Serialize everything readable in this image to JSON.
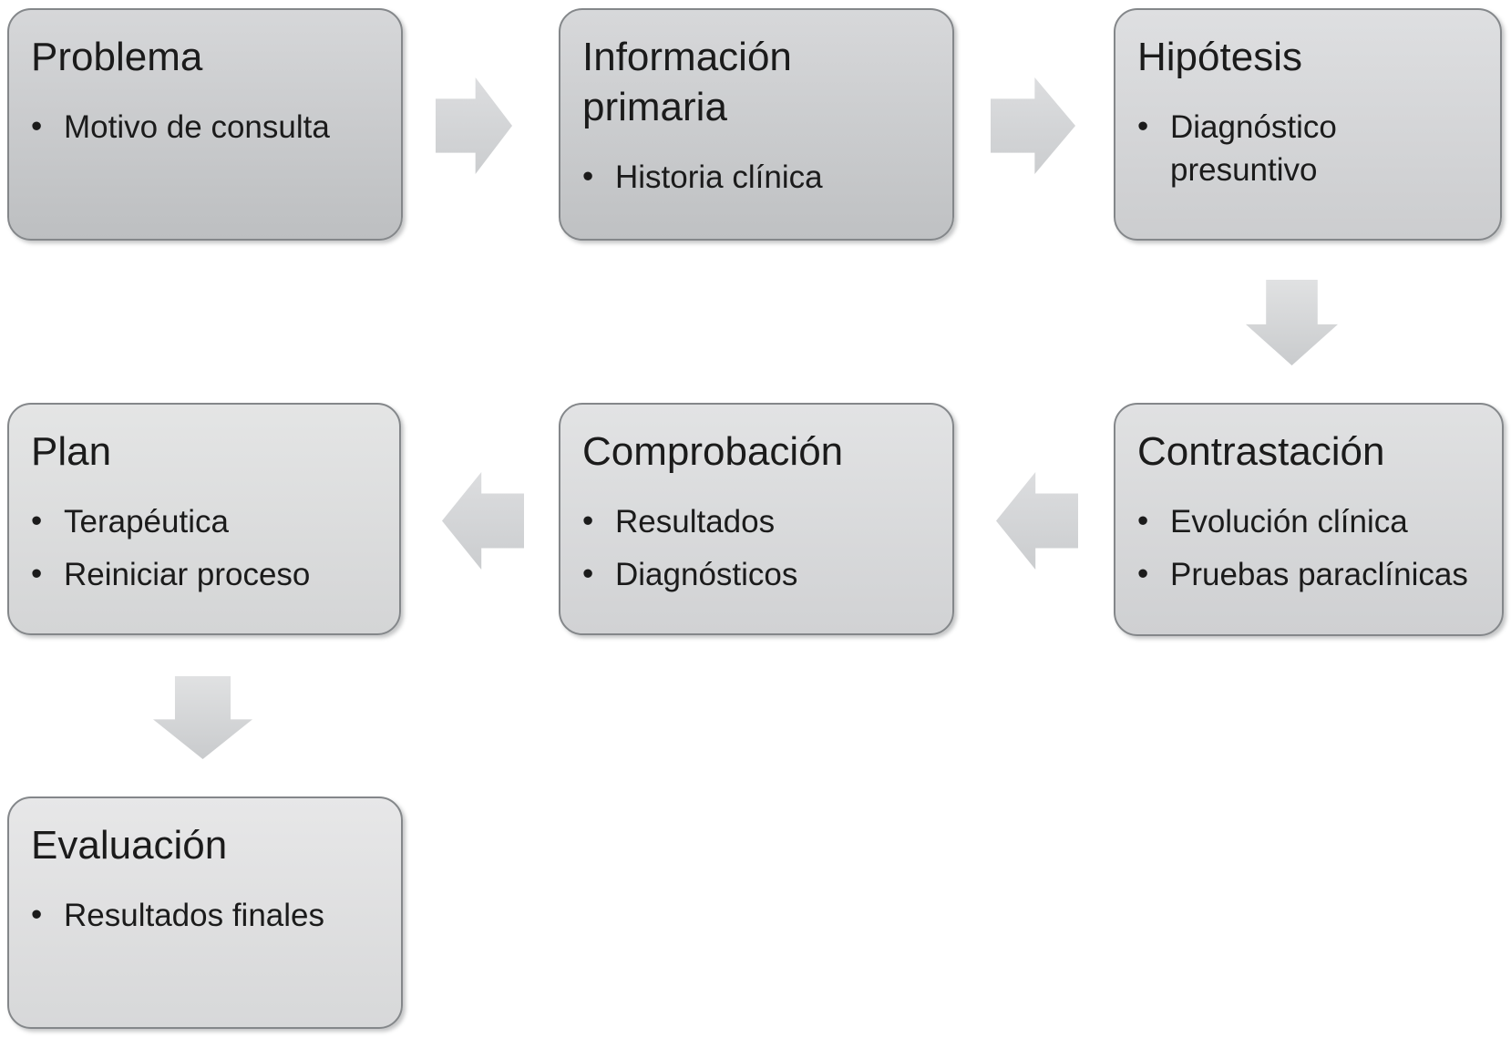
{
  "diagram": {
    "type": "flowchart",
    "language": "es",
    "nodes": [
      {
        "id": "problema",
        "title": "Problema",
        "bullets": [
          "Motivo de consulta"
        ]
      },
      {
        "id": "informacion-primaria",
        "title": "Información primaria",
        "bullets": [
          "Historia clínica"
        ]
      },
      {
        "id": "hipotesis",
        "title": "Hipótesis",
        "bullets": [
          "Diagnóstico presuntivo"
        ]
      },
      {
        "id": "contrastacion",
        "title": "Contrastación",
        "bullets": [
          "Evolución clínica",
          "Pruebas paraclínicas"
        ]
      },
      {
        "id": "comprobacion",
        "title": "Comprobación",
        "bullets": [
          "Resultados",
          "Diagnósticos"
        ]
      },
      {
        "id": "plan",
        "title": "Plan",
        "bullets": [
          "Terapéutica",
          "Reiniciar proceso"
        ]
      },
      {
        "id": "evaluacion",
        "title": "Evaluación",
        "bullets": [
          "Resultados finales"
        ]
      }
    ],
    "connectors": [
      {
        "from": "problema",
        "to": "informacion-primaria",
        "direction": "right"
      },
      {
        "from": "informacion-primaria",
        "to": "hipotesis",
        "direction": "right"
      },
      {
        "from": "hipotesis",
        "to": "contrastacion",
        "direction": "down"
      },
      {
        "from": "contrastacion",
        "to": "comprobacion",
        "direction": "left"
      },
      {
        "from": "comprobacion",
        "to": "plan",
        "direction": "left"
      },
      {
        "from": "plan",
        "to": "evaluacion",
        "direction": "down"
      }
    ],
    "colors": {
      "background": "#ffffff",
      "node_border": "#84878a",
      "node_fill_darkest_top": "#d6d7d9",
      "node_fill_darkest_bottom": "#bdbfc1",
      "node_fill_lightest_top": "#e7e7e8",
      "node_fill_lightest_bottom": "#d7d8d9",
      "arrow_fill": "#d2d4d6",
      "text": "#1b1b1b"
    }
  }
}
